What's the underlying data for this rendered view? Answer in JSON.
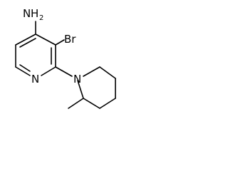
{
  "molecule": {
    "labels": {
      "amine_n": "N",
      "amine_h": "H",
      "amine_sub": "2",
      "bromo": "Br",
      "pyridine_n": "N",
      "piperidine_n": "N"
    }
  }
}
